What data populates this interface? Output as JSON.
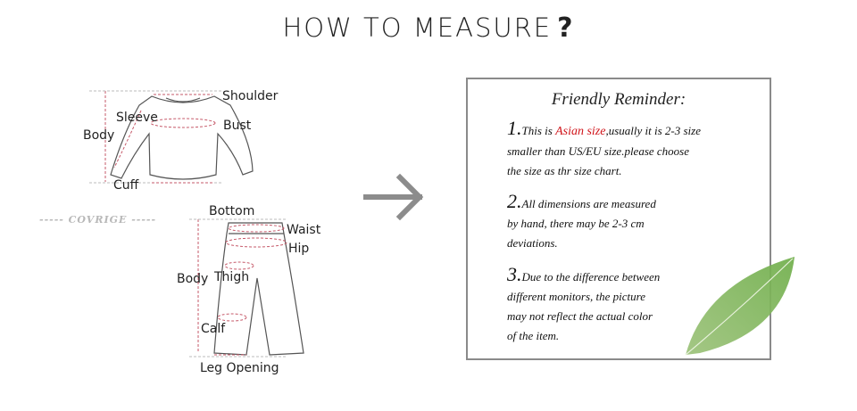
{
  "title": {
    "text": "HOW TO MEASURE",
    "mark": "?"
  },
  "brand": "----- COVRIGE -----",
  "shirt_labels": {
    "shoulder": "Shoulder",
    "sleeve": "Sleeve",
    "bust": "Bust",
    "body": "Body",
    "cuff": "Cuff"
  },
  "pants_labels": {
    "bottom": "Bottom",
    "waist": "Waist",
    "hip": "Hip",
    "body": "Body",
    "thigh": "Thigh",
    "calf": "Calf",
    "leg_opening": "Leg Opening"
  },
  "reminder": {
    "heading": "Friendly Reminder:",
    "notes": [
      {
        "num": "1.",
        "lines": [
          "This is ",
          "Asian size",
          ",usually it is 2-3 size",
          "smaller than US/EU size.please choose",
          " the size as thr size chart."
        ]
      },
      {
        "num": "2.",
        "lines": [
          "All dimensions are measured",
          " by hand, there may be 2-3 cm",
          "deviations."
        ]
      },
      {
        "num": "3.",
        "lines": [
          "Due to the difference between",
          " different monitors, the picture",
          "may not reflect the actual color",
          "of the item."
        ]
      }
    ]
  },
  "colors": {
    "measure_line": "#c65a6a",
    "outline": "#555555",
    "border": "#8a8a8a",
    "accent_red": "#d0141a",
    "arrow": "#8c8c8c",
    "leaf": "#7fb65a"
  }
}
